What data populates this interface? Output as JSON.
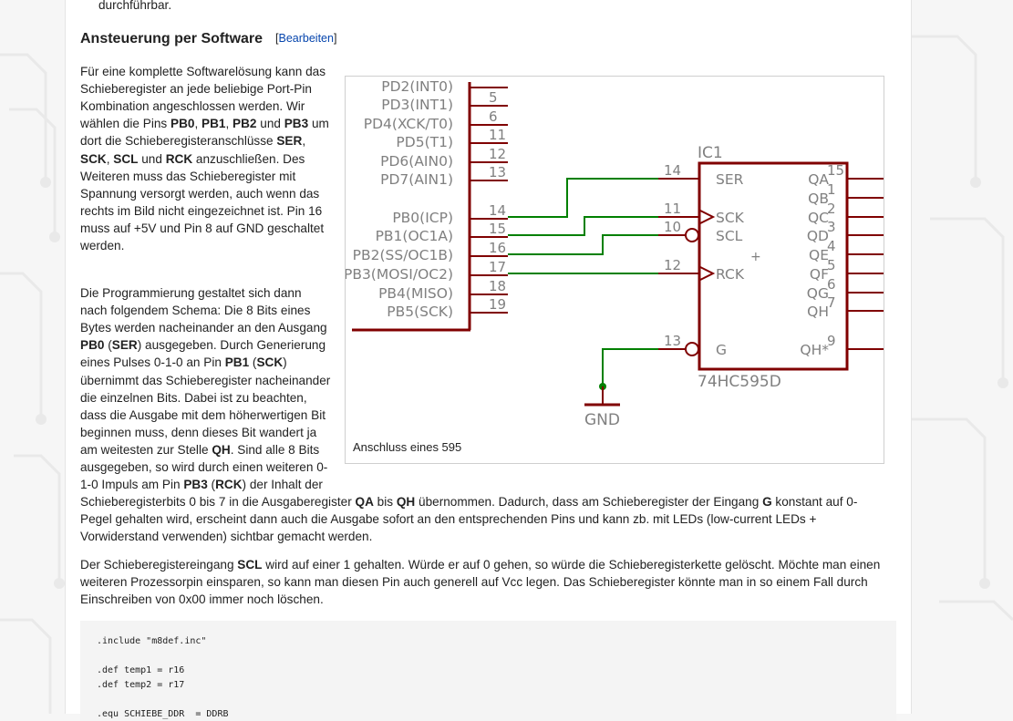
{
  "top_text": "durchführbar.",
  "section": {
    "heading": "Ansteuerung per Software",
    "edit_open": "[",
    "edit_label": "Bearbeiten",
    "edit_close": "]"
  },
  "para1": [
    [
      {
        "t": "Für eine komplette Softwarelösung kann das"
      }
    ],
    [
      {
        "t": "Schieberegister an jede beliebige Port-Pin"
      }
    ],
    [
      {
        "t": "Kombination angeschlossen werden. Wir"
      }
    ],
    [
      {
        "t": "wählen die Pins "
      },
      {
        "t": "PB0",
        "b": 1
      },
      {
        "t": ", "
      },
      {
        "t": "PB1",
        "b": 1
      },
      {
        "t": ", "
      },
      {
        "t": "PB2",
        "b": 1
      },
      {
        "t": " und "
      },
      {
        "t": "PB3",
        "b": 1
      },
      {
        "t": " um"
      }
    ],
    [
      {
        "t": "dort die Schieberegisteranschlüsse "
      },
      {
        "t": "SER",
        "b": 1
      },
      {
        "t": ","
      }
    ],
    [
      {
        "t": "SCK",
        "b": 1
      },
      {
        "t": ", "
      },
      {
        "t": "SCL",
        "b": 1
      },
      {
        "t": " und "
      },
      {
        "t": "RCK",
        "b": 1
      },
      {
        "t": " anzuschließen. Des"
      }
    ],
    [
      {
        "t": "Weiteren muss das Schieberegister mit"
      }
    ],
    [
      {
        "t": "Spannung versorgt werden, auch wenn das"
      }
    ],
    [
      {
        "t": "rechts im Bild nicht eingezeichnet ist. Pin 16"
      }
    ],
    [
      {
        "t": "muss auf +5V und Pin 8 auf GND geschaltet"
      }
    ],
    [
      {
        "t": "werden."
      }
    ]
  ],
  "para2": [
    [
      {
        "t": "Die Programmierung gestaltet sich dann"
      }
    ],
    [
      {
        "t": "nach folgendem Schema: Die 8 Bits eines"
      }
    ],
    [
      {
        "t": "Bytes werden nacheinander an den Ausgang"
      }
    ],
    [
      {
        "t": "PB0",
        "b": 1
      },
      {
        "t": " ("
      },
      {
        "t": "SER",
        "b": 1
      },
      {
        "t": ") ausgegeben. Durch Generierung"
      }
    ],
    [
      {
        "t": "eines Pulses 0-1-0 an Pin "
      },
      {
        "t": "PB1",
        "b": 1
      },
      {
        "t": " ("
      },
      {
        "t": "SCK",
        "b": 1
      },
      {
        "t": ")"
      }
    ],
    [
      {
        "t": "übernimmt das Schieberegister nacheinander"
      }
    ],
    [
      {
        "t": "die einzelnen Bits. Dabei ist zu beachten,"
      }
    ],
    [
      {
        "t": "dass die Ausgabe mit dem höherwertigen Bit"
      }
    ],
    [
      {
        "t": "beginnen muss, denn dieses Bit wandert ja"
      }
    ],
    [
      {
        "t": "am weitesten zur Stelle "
      },
      {
        "t": "QH",
        "b": 1
      },
      {
        "t": ". Sind alle 8 Bits"
      }
    ],
    [
      {
        "t": "ausgegeben, so wird durch einen weiteren 0-"
      }
    ],
    [
      {
        "t": "1-0 Impuls am Pin "
      },
      {
        "t": "PB3",
        "b": 1
      },
      {
        "t": " ("
      },
      {
        "t": "RCK",
        "b": 1
      },
      {
        "t": ") der Inhalt der"
      }
    ],
    [
      {
        "t": "Schieberegisterbits 0 bis 7 in die Ausgaberegister "
      },
      {
        "t": "QA",
        "b": 1
      },
      {
        "t": " bis "
      },
      {
        "t": "QH",
        "b": 1
      },
      {
        "t": " übernommen. Dadurch, dass am Schieberegister der Eingang "
      },
      {
        "t": "G",
        "b": 1
      },
      {
        "t": " konstant auf 0-"
      }
    ],
    [
      {
        "t": "Pegel gehalten wird, erscheint dann auch die Ausgabe sofort an den entsprechenden Pins und kann zb. mit LEDs (low-current LEDs +"
      }
    ],
    [
      {
        "t": "Vorwiderstand verwenden) sichtbar gemacht werden."
      }
    ]
  ],
  "para3": [
    [
      {
        "t": "Der Schieberegistereingang "
      },
      {
        "t": "SCL",
        "b": 1
      },
      {
        "t": " wird auf einer 1 gehalten. Würde er auf 0 gehen, so würde die Schieberegisterkette gelöscht. Möchte man einen"
      }
    ],
    [
      {
        "t": "weiteren Prozessorpin einsparen, so kann man diesen Pin auch generell auf Vcc legen. Das Schieberegister könnte man in so einem Fall durch"
      }
    ],
    [
      {
        "t": "Einschreiben von 0x00 immer noch löschen."
      }
    ]
  ],
  "figure": {
    "caption": "Anschluss eines 595",
    "left_pins": [
      {
        "name": "PD2(INT0)",
        "num": ""
      },
      {
        "name": "PD3(INT1)",
        "num": "5"
      },
      {
        "name": "PD4(XCK/T0)",
        "num": "6"
      },
      {
        "name": "PD5(T1)",
        "num": "11"
      },
      {
        "name": "PD6(AIN0)",
        "num": "12"
      },
      {
        "name": "PD7(AIN1)",
        "num": "13"
      },
      {
        "name": "PB0(ICP)",
        "num": "14"
      },
      {
        "name": "PB1(OC1A)",
        "num": "15"
      },
      {
        "name": "PB2(SS/OC1B)",
        "num": "16"
      },
      {
        "name": "PB3(MOSI/OC2)",
        "num": "17"
      },
      {
        "name": "PB4(MISO)",
        "num": "18"
      },
      {
        "name": "PB5(SCK)",
        "num": "19"
      }
    ],
    "ic_label": "IC1",
    "ic_part": "74HC595D",
    "ic_inputs": [
      {
        "name": "SER",
        "num": "14"
      },
      {
        "name": "SCK",
        "num": "11"
      },
      {
        "name": "SCL",
        "num": "10"
      },
      {
        "name": "RCK",
        "num": "12"
      },
      {
        "name": "G",
        "num": "13"
      }
    ],
    "ic_outputs": [
      {
        "name": "QA",
        "num": "15"
      },
      {
        "name": "QB",
        "num": "1"
      },
      {
        "name": "QC",
        "num": "2"
      },
      {
        "name": "QD",
        "num": "3"
      },
      {
        "name": "QE",
        "num": "4"
      },
      {
        "name": "QF",
        "num": "5"
      },
      {
        "name": "QG",
        "num": "6"
      },
      {
        "name": "QH",
        "num": "7"
      },
      {
        "name": "QH*",
        "num": "9"
      }
    ],
    "plus_sign": "+",
    "gnd_label": "GND",
    "colors": {
      "component": "#800000",
      "wire": "#008000",
      "text": "#808080"
    }
  },
  "code": [
    ".include \"m8def.inc\"",
    "",
    ".def temp1 = r16",
    ".def temp2 = r17",
    "",
    ".equ SCHIEBE_DDR  = DDRB"
  ]
}
